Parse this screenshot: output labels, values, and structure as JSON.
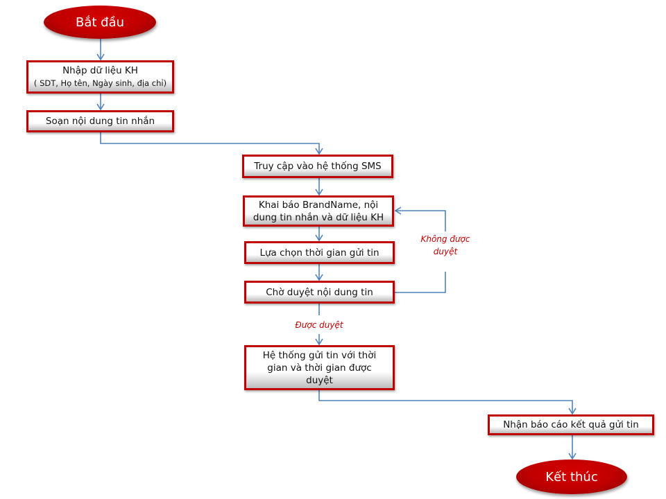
{
  "start": "Bắt đầu",
  "end": "Kết thúc",
  "steps": {
    "input_data": {
      "title": "Nhập dữ liệu KH",
      "subtitle": "( SDT, Họ tên, Ngày sinh, địa chỉ)"
    },
    "compose": "Soạn nội dung tin nhắn",
    "access": "Truy cập vào hệ thống SMS",
    "declare": "Khai báo BrandName, nội dung tin nhắn và dữ liệu KH",
    "choose_time": "Lựa chọn thời gian gửi tin",
    "await_approval": "Chờ duyệt nội dung tin",
    "send": "Hệ thống gửi tin với thời gian và thời gian được duyệt",
    "report": "Nhận báo cáo kết quả gửi tin"
  },
  "labels": {
    "rejected": "Không được duyệt",
    "approved": "Được duyệt"
  },
  "colors": {
    "accent": "#c00000",
    "connector": "#4f81bd"
  }
}
